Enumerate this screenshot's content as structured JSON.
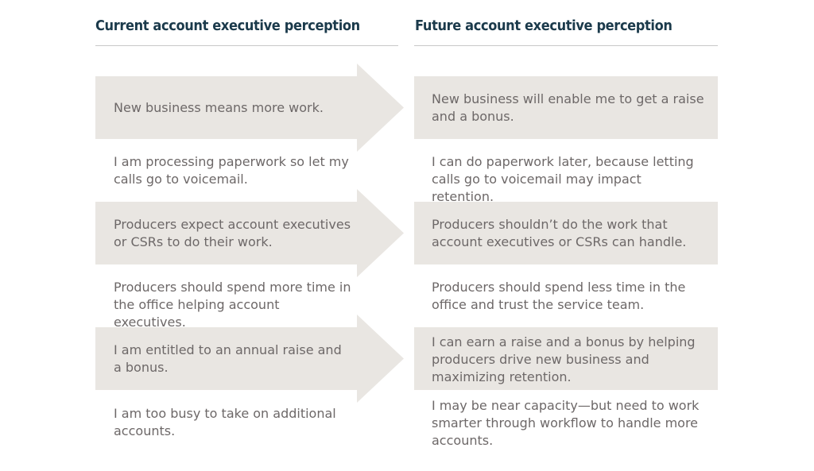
{
  "headings": {
    "current": "Current account executive perception",
    "future": "Future account executive perception"
  },
  "colors": {
    "heading": "#1b3a4b",
    "text": "#6d6868",
    "shade": "#e9e6e2",
    "rule": "#c8c8c8"
  },
  "rows": [
    {
      "current": "New business means more work.",
      "future": "New business will enable me to get a raise and a bonus.",
      "shaded": true
    },
    {
      "current": "I am processing paperwork so let my calls go to voicemail.",
      "future": "I can do paperwork later, because letting calls go to voicemail may impact retention.",
      "shaded": false
    },
    {
      "current": "Producers expect account executives or CSRs to do their work.",
      "future": "Producers shouldn’t do the work that account executives or CSRs can handle.",
      "shaded": true
    },
    {
      "current": "Producers should spend more time in the office helping account executives.",
      "future": "Producers should spend less time in the office and trust the service team.",
      "shaded": false
    },
    {
      "current": "I am entitled to an annual raise and a bonus.",
      "future": "I can earn a raise and a bonus by helping producers drive new business and maximizing retention.",
      "shaded": true
    },
    {
      "current": "I am too busy to take on additional accounts.",
      "future": "I may be near capacity—but need to work smarter through workflow to handle more accounts.",
      "shaded": false
    }
  ]
}
